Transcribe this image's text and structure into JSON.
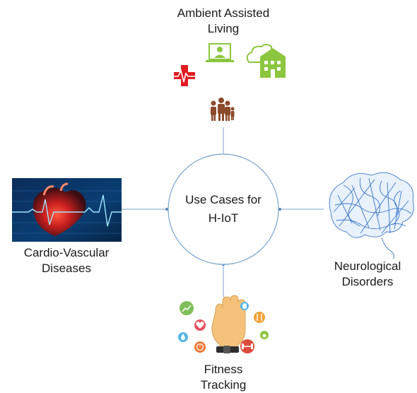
{
  "center": {
    "line1": "Use Cases for",
    "line2": "H-IoT"
  },
  "nodes": {
    "top": {
      "line1": "Ambient Assisted",
      "line2": "Living"
    },
    "left": {
      "line1": "Cardio-Vascular",
      "line2": "Diseases"
    },
    "right": {
      "line1": "Neurological",
      "line2": "Disorders"
    },
    "bottom": {
      "line1": "Fitness",
      "line2": "Tracking"
    }
  },
  "icons": {
    "top": [
      "medical-cross-icon",
      "telemedicine-screen-icon",
      "smart-home-icon",
      "family-icon"
    ],
    "left": [
      "heart-ecg-icon"
    ],
    "right": [
      "brain-mesh-icon"
    ],
    "bottom": [
      "hand-wristband-icon",
      "chart-icon",
      "heart-icon",
      "water-drop-icon",
      "alarm-icon",
      "pill-icon",
      "cutlery-icon",
      "dumbbell-icon",
      "apple-icon"
    ]
  },
  "colors": {
    "connector": "#7aa3cc",
    "circle": "#7aa3cc",
    "medical_red": "#e31b23",
    "green": "#8cc63f",
    "brown": "#8b4a2b"
  }
}
